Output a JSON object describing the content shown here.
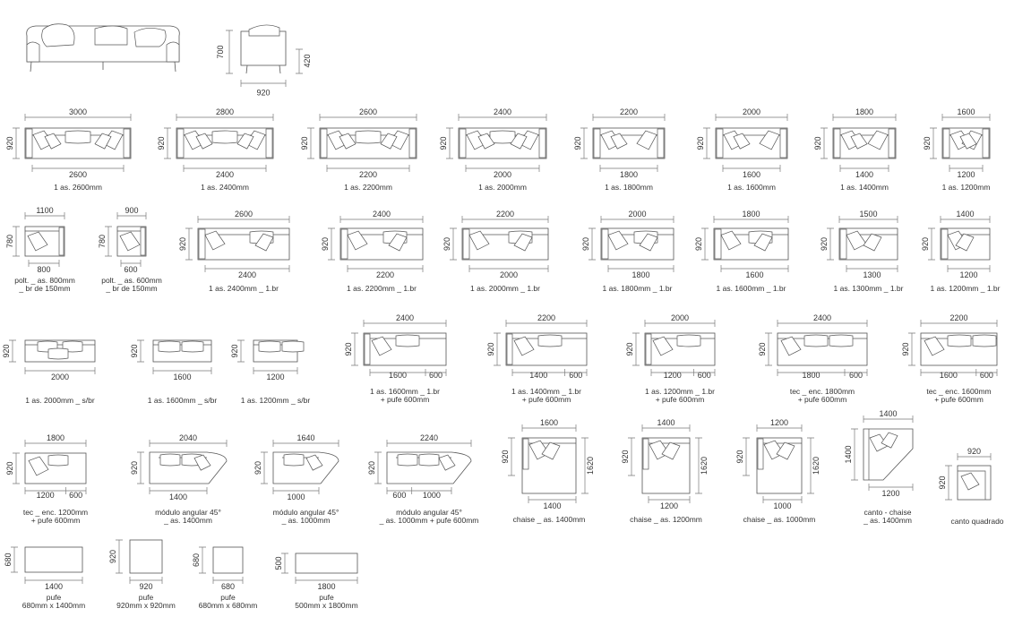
{
  "elevations": {
    "dim_920": "920",
    "dim_700": "700",
    "dim_420": "420"
  },
  "modules": [
    {
      "type": "sofa",
      "w": 3000,
      "i": "2600",
      "caption": [
        "1 as. 2600mm"
      ]
    },
    {
      "type": "sofa",
      "w": 2800,
      "i": "2400",
      "caption": [
        "1 as. 2400mm"
      ]
    },
    {
      "type": "sofa",
      "w": 2600,
      "i": "2200",
      "caption": [
        "1 as. 2200mm"
      ]
    },
    {
      "type": "sofa",
      "w": 2400,
      "i": "2000",
      "caption": [
        "1 as. 2000mm"
      ]
    },
    {
      "type": "sofa",
      "w": 2200,
      "i": "1800",
      "caption": [
        "1 as. 1800mm"
      ]
    },
    {
      "type": "sofa",
      "w": 2000,
      "i": "1600",
      "caption": [
        "1 as. 1600mm"
      ]
    },
    {
      "type": "sofa",
      "w": 1800,
      "i": "1400",
      "caption": [
        "1 as. 1400mm"
      ]
    },
    {
      "type": "sofa",
      "w": 1600,
      "i": "1200",
      "caption": [
        "1 as. 1200mm"
      ]
    },
    {
      "type": "chair",
      "w": 1100,
      "h": "780",
      "i": "800",
      "caption": [
        "polt. _ as. 800mm",
        "_ br de 150mm"
      ]
    },
    {
      "type": "chair",
      "w": 900,
      "h": "780",
      "i": "600",
      "caption": [
        "polt. _ as. 600mm",
        "_ br de 150mm"
      ]
    },
    {
      "type": "onearm",
      "w": 2600,
      "i": "2400",
      "caption": [
        "1 as. 2400mm _ 1.br"
      ]
    },
    {
      "type": "onearm",
      "w": 2400,
      "i": "2200",
      "caption": [
        "1 as. 2200mm _ 1.br"
      ]
    },
    {
      "type": "onearm",
      "w": 2200,
      "i": "2000",
      "caption": [
        "1 as. 2000mm _ 1.br"
      ]
    },
    {
      "type": "onearm",
      "w": 2000,
      "i": "1800",
      "caption": [
        "1 as. 1800mm _ 1.br"
      ]
    },
    {
      "type": "onearm",
      "w": 1800,
      "i": "1600",
      "caption": [
        "1 as. 1600mm _ 1.br"
      ]
    },
    {
      "type": "onearm",
      "w": 1500,
      "i": "1300",
      "caption": [
        "1 as. 1300mm _ 1.br"
      ]
    },
    {
      "type": "onearm",
      "w": 1400,
      "i": "1200",
      "caption": [
        "1 as. 1200mm _ 1.br"
      ]
    },
    {
      "type": "armless",
      "w": "",
      "i": "2000",
      "caption": [
        "1 as. 2000mm _ s/br"
      ]
    },
    {
      "type": "armless",
      "w": "",
      "i": "1600",
      "caption": [
        "1 as. 1600mm _ s/br"
      ]
    },
    {
      "type": "armless",
      "w": "",
      "i": "1200",
      "caption": [
        "1 as. 1200mm _ s/br"
      ]
    },
    {
      "type": "pufe1",
      "w": 2400,
      "i": "1600",
      "p": "600",
      "caption": [
        "1 as. 1600mm _ 1.br",
        "+ pufe 600mm"
      ]
    },
    {
      "type": "pufe1",
      "w": 2200,
      "i": "1400",
      "p": "600",
      "caption": [
        "1 as. 1400mm _ 1.br",
        "+ pufe 600mm"
      ]
    },
    {
      "type": "pufe1",
      "w": 2000,
      "i": "1200",
      "p": "600",
      "caption": [
        "1 as. 1200mm _ 1.br",
        "+ pufe 600mm"
      ]
    },
    {
      "type": "pufe0",
      "w": 2400,
      "i": "1800",
      "p": "600",
      "caption": [
        "tec _ enc. 1800mm",
        "+ pufe 600mm"
      ]
    },
    {
      "type": "pufe0",
      "w": 2200,
      "i": "1600",
      "p": "600",
      "caption": [
        "tec _ enc. 1600mm",
        "+ pufe 600mm"
      ]
    },
    {
      "type": "pufe0",
      "w": 1800,
      "i": "1200",
      "p": "600",
      "caption": [
        "tec _ enc. 1200mm",
        "+ pufe 600mm"
      ]
    },
    {
      "type": "angular",
      "w": 2040,
      "i": "1400",
      "p": "",
      "caption": [
        "módulo angular 45°",
        "_ as. 1400mm"
      ]
    },
    {
      "type": "angular",
      "w": 1640,
      "i": "1000",
      "p": "",
      "caption": [
        "módulo angular 45°",
        "_ as. 1000mm"
      ]
    },
    {
      "type": "angular",
      "w": 2240,
      "i": "1000",
      "p": "600",
      "caption": [
        "módulo angular 45°",
        "_ as. 1000mm + pufe 600mm"
      ]
    },
    {
      "type": "chaise",
      "w": 1600,
      "i": "1400",
      "d": "1620",
      "caption": [
        "chaise _ as. 1400mm"
      ]
    },
    {
      "type": "chaise",
      "w": 1400,
      "i": "1200",
      "d": "1620",
      "caption": [
        "chaise _ as. 1200mm"
      ]
    },
    {
      "type": "chaise",
      "w": 1200,
      "i": "1000",
      "d": "1620",
      "caption": [
        "chaise _ as. 1000mm"
      ]
    },
    {
      "type": "cchaise",
      "w": 1400,
      "i": "1200",
      "d": "1400",
      "caption": [
        "canto - chaise",
        "_ as. 1400mm"
      ]
    },
    {
      "type": "canto",
      "w": 920,
      "caption": [
        "canto quadrado"
      ]
    },
    {
      "type": "pufe",
      "w": "1400",
      "h": "680",
      "caption": [
        "pufe",
        "680mm x 1400mm"
      ]
    },
    {
      "type": "pufe",
      "w": "920",
      "h": "920",
      "caption": [
        "pufe",
        "920mm x 920mm"
      ]
    },
    {
      "type": "pufe",
      "w": "680",
      "h": "680",
      "caption": [
        "pufe",
        "680mm x 680mm"
      ]
    },
    {
      "type": "pufe",
      "w": "1800",
      "h": "500",
      "caption": [
        "pufe",
        "500mm x 1800mm"
      ]
    }
  ]
}
